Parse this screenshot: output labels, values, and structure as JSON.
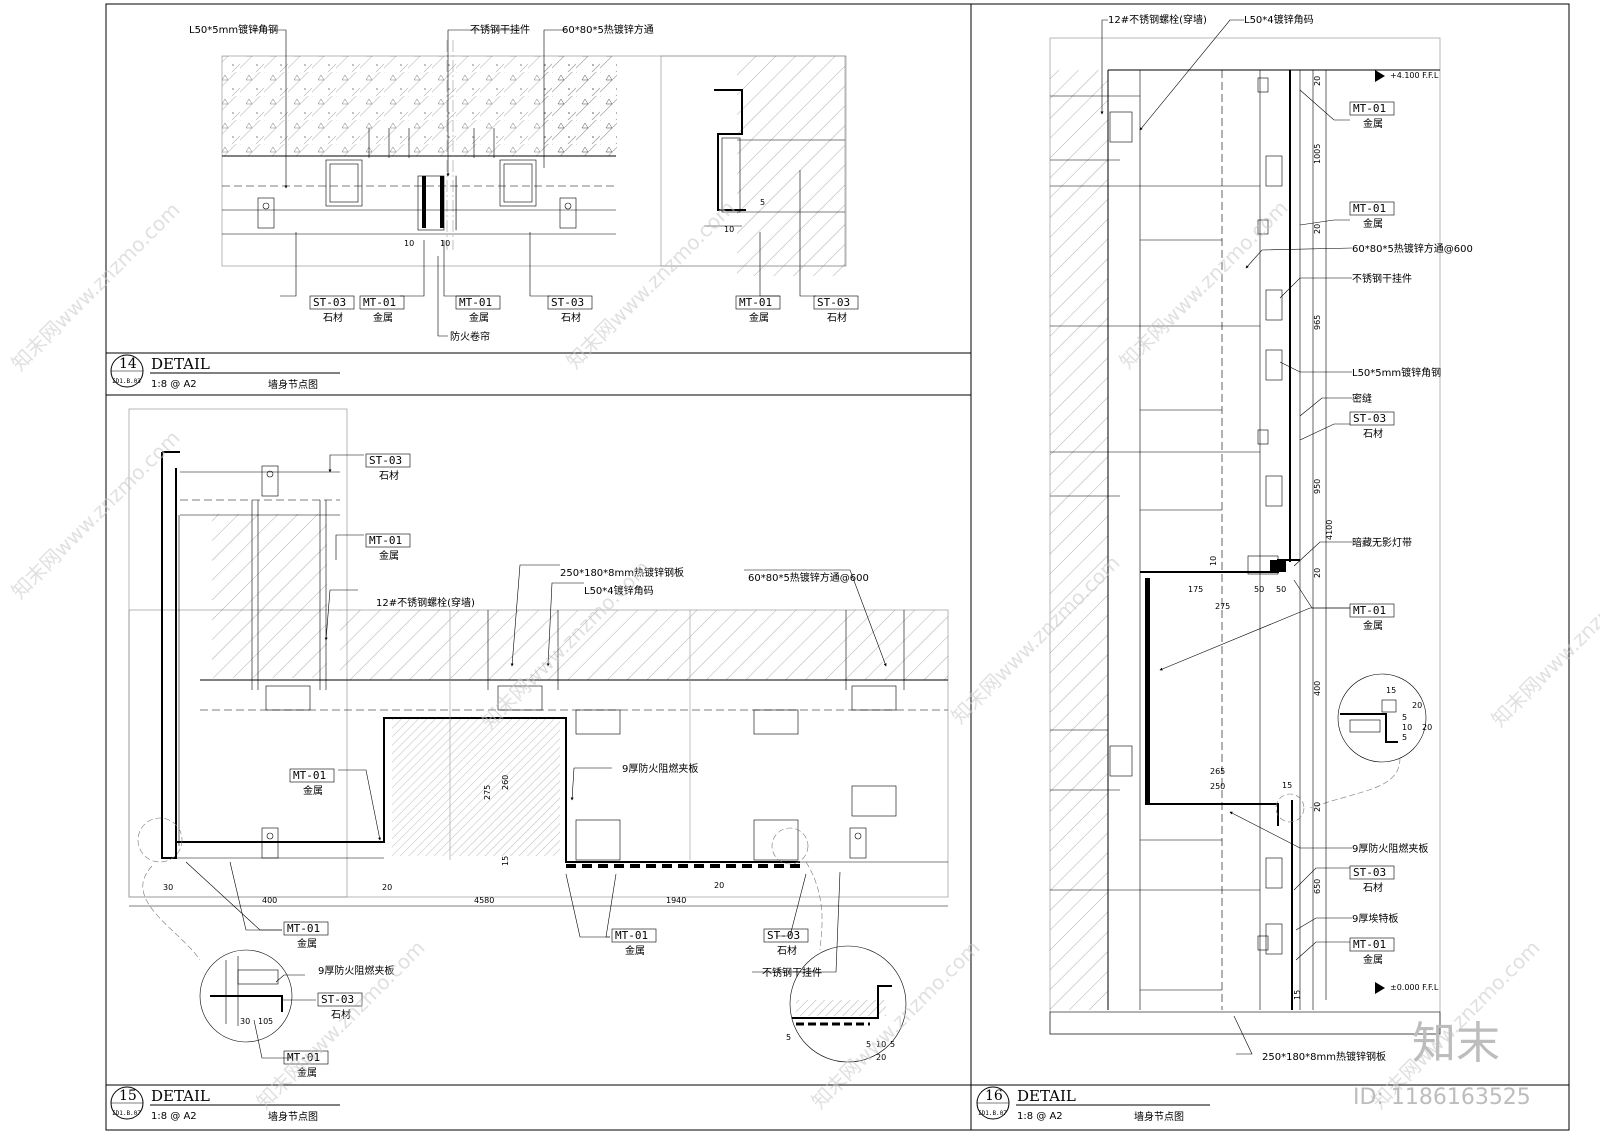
{
  "sheet": {
    "watermark_text": "知末网www.znzmo.com",
    "brand_logo": "知末",
    "brand_id": "ID: 1186163525"
  },
  "detail14": {
    "number": "14",
    "ref": "ID1.B.03",
    "title": "DETAIL",
    "scale": "1:8 @ A2",
    "name": "墙身节点图",
    "labels": {
      "angle_steel": "L50*5mm镀锌角钢",
      "pendant": "不锈钢干挂件",
      "tube": "60*80*5热镀锌方通",
      "fire_shutter": "防火卷帘"
    },
    "tags": [
      {
        "code": "ST-03",
        "desc": "石材"
      },
      {
        "code": "MT-01",
        "desc": "金属"
      },
      {
        "code": "MT-01",
        "desc": "金属"
      },
      {
        "code": "ST-03",
        "desc": "石材"
      },
      {
        "code": "MT-01",
        "desc": "金属"
      },
      {
        "code": "ST-03",
        "desc": "石材"
      }
    ],
    "dims": [
      "10",
      "10",
      "10",
      "5"
    ]
  },
  "detail15": {
    "number": "15",
    "ref": "ID1.B.07",
    "title": "DETAIL",
    "scale": "1:8 @ A2",
    "name": "墙身节点图",
    "labels": {
      "bolt": "12#不锈钢螺栓(穿墙)",
      "plate": "250*180*8mm热镀锌钢板",
      "angle": "L50*4镀锌角码",
      "tube": "60*80*5热镀锌方通@600",
      "fire_board": "9厚防火阻燃夹板",
      "fire_board2": "9厚防火阻燃夹板",
      "pendant": "不锈钢干挂件"
    },
    "tags": [
      {
        "code": "ST-03",
        "desc": "石材"
      },
      {
        "code": "MT-01",
        "desc": "金属"
      },
      {
        "code": "MT-01",
        "desc": "金属"
      },
      {
        "code": "MT-01",
        "desc": "金属"
      },
      {
        "code": "MT-01",
        "desc": "金属"
      },
      {
        "code": "ST-03",
        "desc": "石材"
      },
      {
        "code": "ST-03",
        "desc": "石材"
      },
      {
        "code": "MT-01",
        "desc": "金属"
      }
    ],
    "dims": {
      "d30": "30",
      "d400": "400",
      "d20": "20",
      "d4580": "4580",
      "d1940": "1940",
      "d275": "275",
      "d260": "260",
      "d15": "15",
      "d20s": "20",
      "det_30": "30",
      "det_10": "10",
      "det_5": "5",
      "det2_5a": "5",
      "det2_5b": "5",
      "det2_10": "10",
      "det2_5c": "5",
      "det2_20": "20"
    }
  },
  "detail16": {
    "number": "16",
    "ref": "ID1.B.07",
    "title": "DETAIL",
    "scale": "1:8 @ A2",
    "name": "墙身节点图",
    "labels": {
      "bolt": "12#不锈钢螺栓(穿墙)",
      "angle": "L50*4镀锌角码",
      "tube": "60*80*5热镀锌方通@600",
      "pendant": "不锈钢干挂件",
      "angle_steel": "L50*5mm镀锌角钢",
      "seam": "密缝",
      "led": "暗藏无影灯带",
      "fire_board": "9厚防火阻燃夹板",
      "eite": "9厚埃特板",
      "plate": "250*180*8mm热镀锌钢板",
      "top_level": "+4.100 F.F.L",
      "bottom_level": "±0.000 F.F.L"
    },
    "tags": [
      {
        "code": "MT-01",
        "desc": "金属"
      },
      {
        "code": "MT-01",
        "desc": "金属"
      },
      {
        "code": "ST-03",
        "desc": "石材"
      },
      {
        "code": "MT-01",
        "desc": "金属"
      },
      {
        "code": "ST-03",
        "desc": "石材"
      },
      {
        "code": "MT-01",
        "desc": "金属"
      }
    ],
    "dims": {
      "v20a": "20",
      "v1005": "1005",
      "v20b": "20",
      "v965": "965",
      "v950": "950",
      "v4100": "4100",
      "v20c": "20",
      "v400": "400",
      "v20d": "20",
      "v650": "650",
      "v15": "15",
      "h10": "10",
      "h175": "175",
      "h50a": "50",
      "h50b": "50",
      "h275": "275",
      "h265": "265",
      "h250": "250",
      "h15": "15",
      "det_15": "15",
      "det_20": "20",
      "det_5a": "5",
      "det_10": "10",
      "det_5b": "5",
      "det_20b": "20"
    }
  }
}
